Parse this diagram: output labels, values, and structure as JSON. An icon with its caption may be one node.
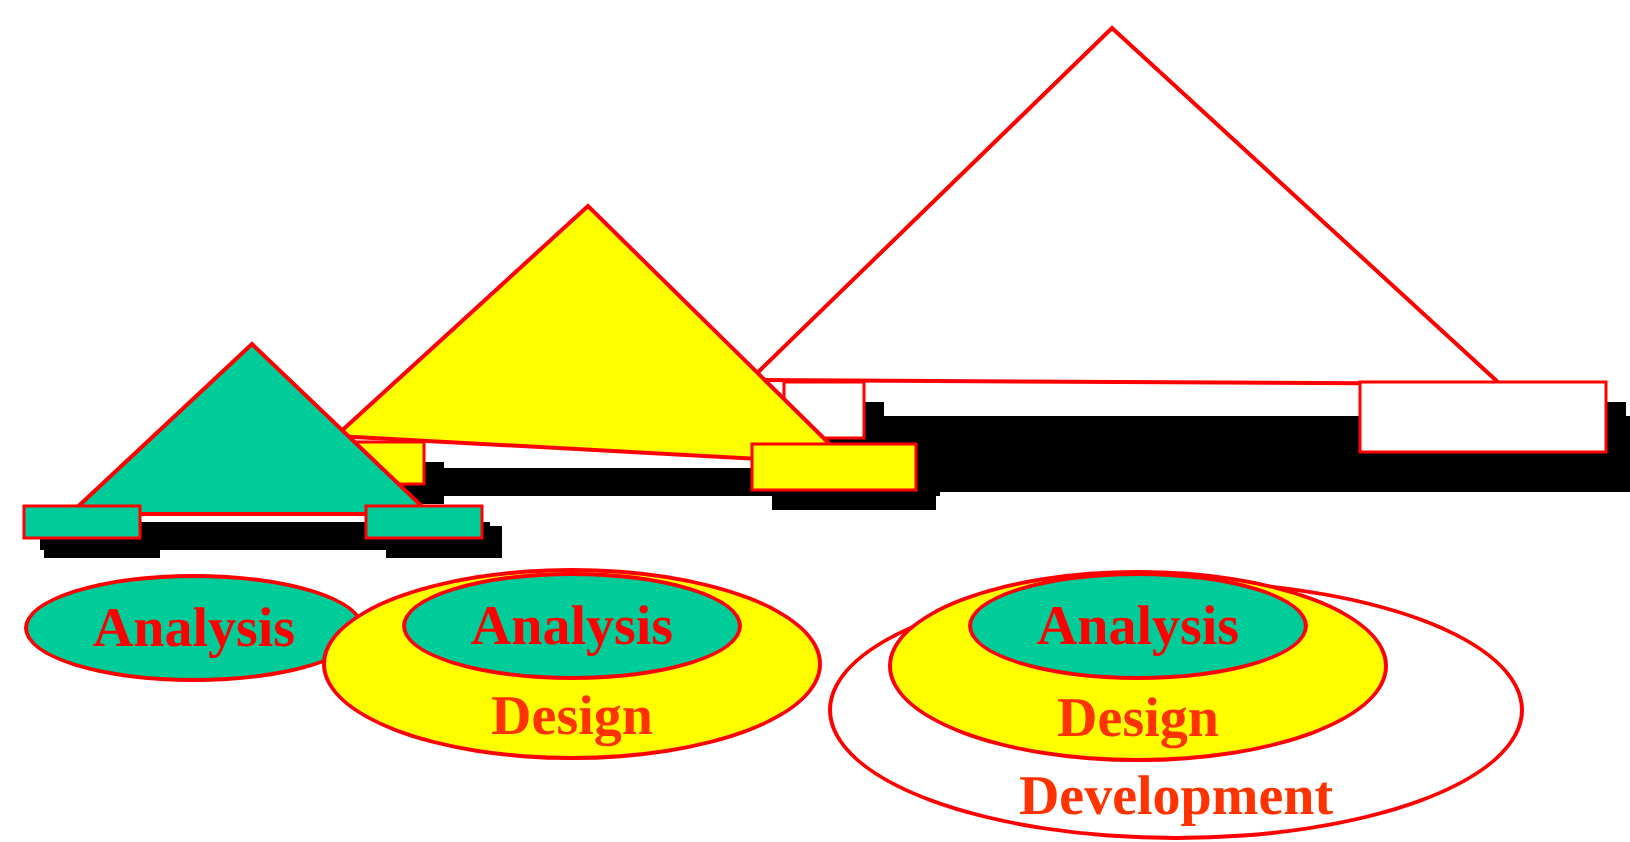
{
  "diagram": {
    "nodes": [
      {
        "text": [
          "Analysis"
        ]
      },
      {
        "text": [
          "Design"
        ]
      },
      {
        "text": [
          "Analysis"
        ],
        "in": 1
      },
      {
        "text": [
          "Development"
        ]
      },
      {
        "text": [
          "Design"
        ],
        "in": 3
      },
      {
        "text": [
          "Analysis"
        ],
        "in": 4
      }
    ]
  }
}
